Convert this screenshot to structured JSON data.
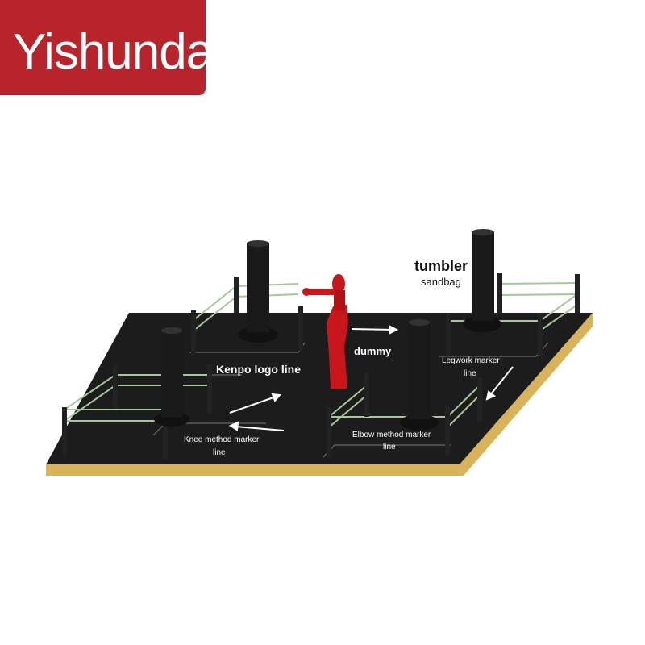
{
  "brand": {
    "logo_text": "Yishunda",
    "banner_color": "#b8242c"
  },
  "labels": {
    "tumbler": "tumbler",
    "sandbag": "sandbag",
    "kenpo": "Kenpo logo line",
    "dummy": "dummy",
    "legwork_1": "Legwork marker",
    "legwork_2": "line",
    "knee_1": "Knee method marker",
    "knee_2": "line",
    "elbow_1": "Elbow method marker",
    "elbow_2": "line"
  },
  "colors": {
    "mat": "#1c1c1c",
    "mat_edge": "#d9b25c",
    "rope": "#a7c79a",
    "dummy": "#c8161c",
    "bag": "#1a1a1a"
  }
}
